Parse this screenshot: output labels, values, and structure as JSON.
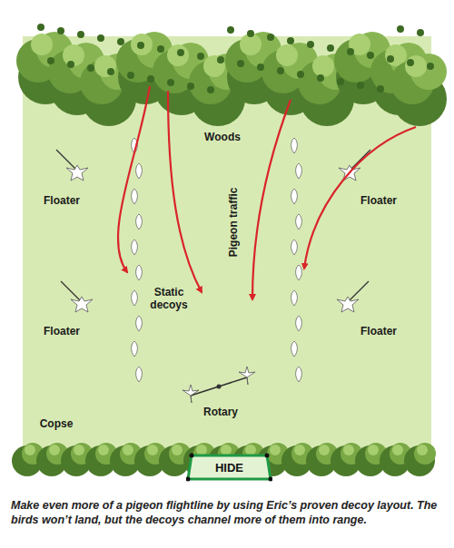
{
  "diagram": {
    "caption": "Make even more of a pigeon flightline by using Eric’s proven decoy layout. The birds won’t land, but the decoys channel more of them into range.",
    "nodes": [
      {
        "text": [
          "HIDE"
        ]
      }
    ],
    "labels": [
      "Woods",
      "Floater",
      "Floater",
      "Pigeon traffic",
      "Floater",
      "Floater",
      "Static decoys",
      "Rotary",
      "Copse"
    ]
  }
}
